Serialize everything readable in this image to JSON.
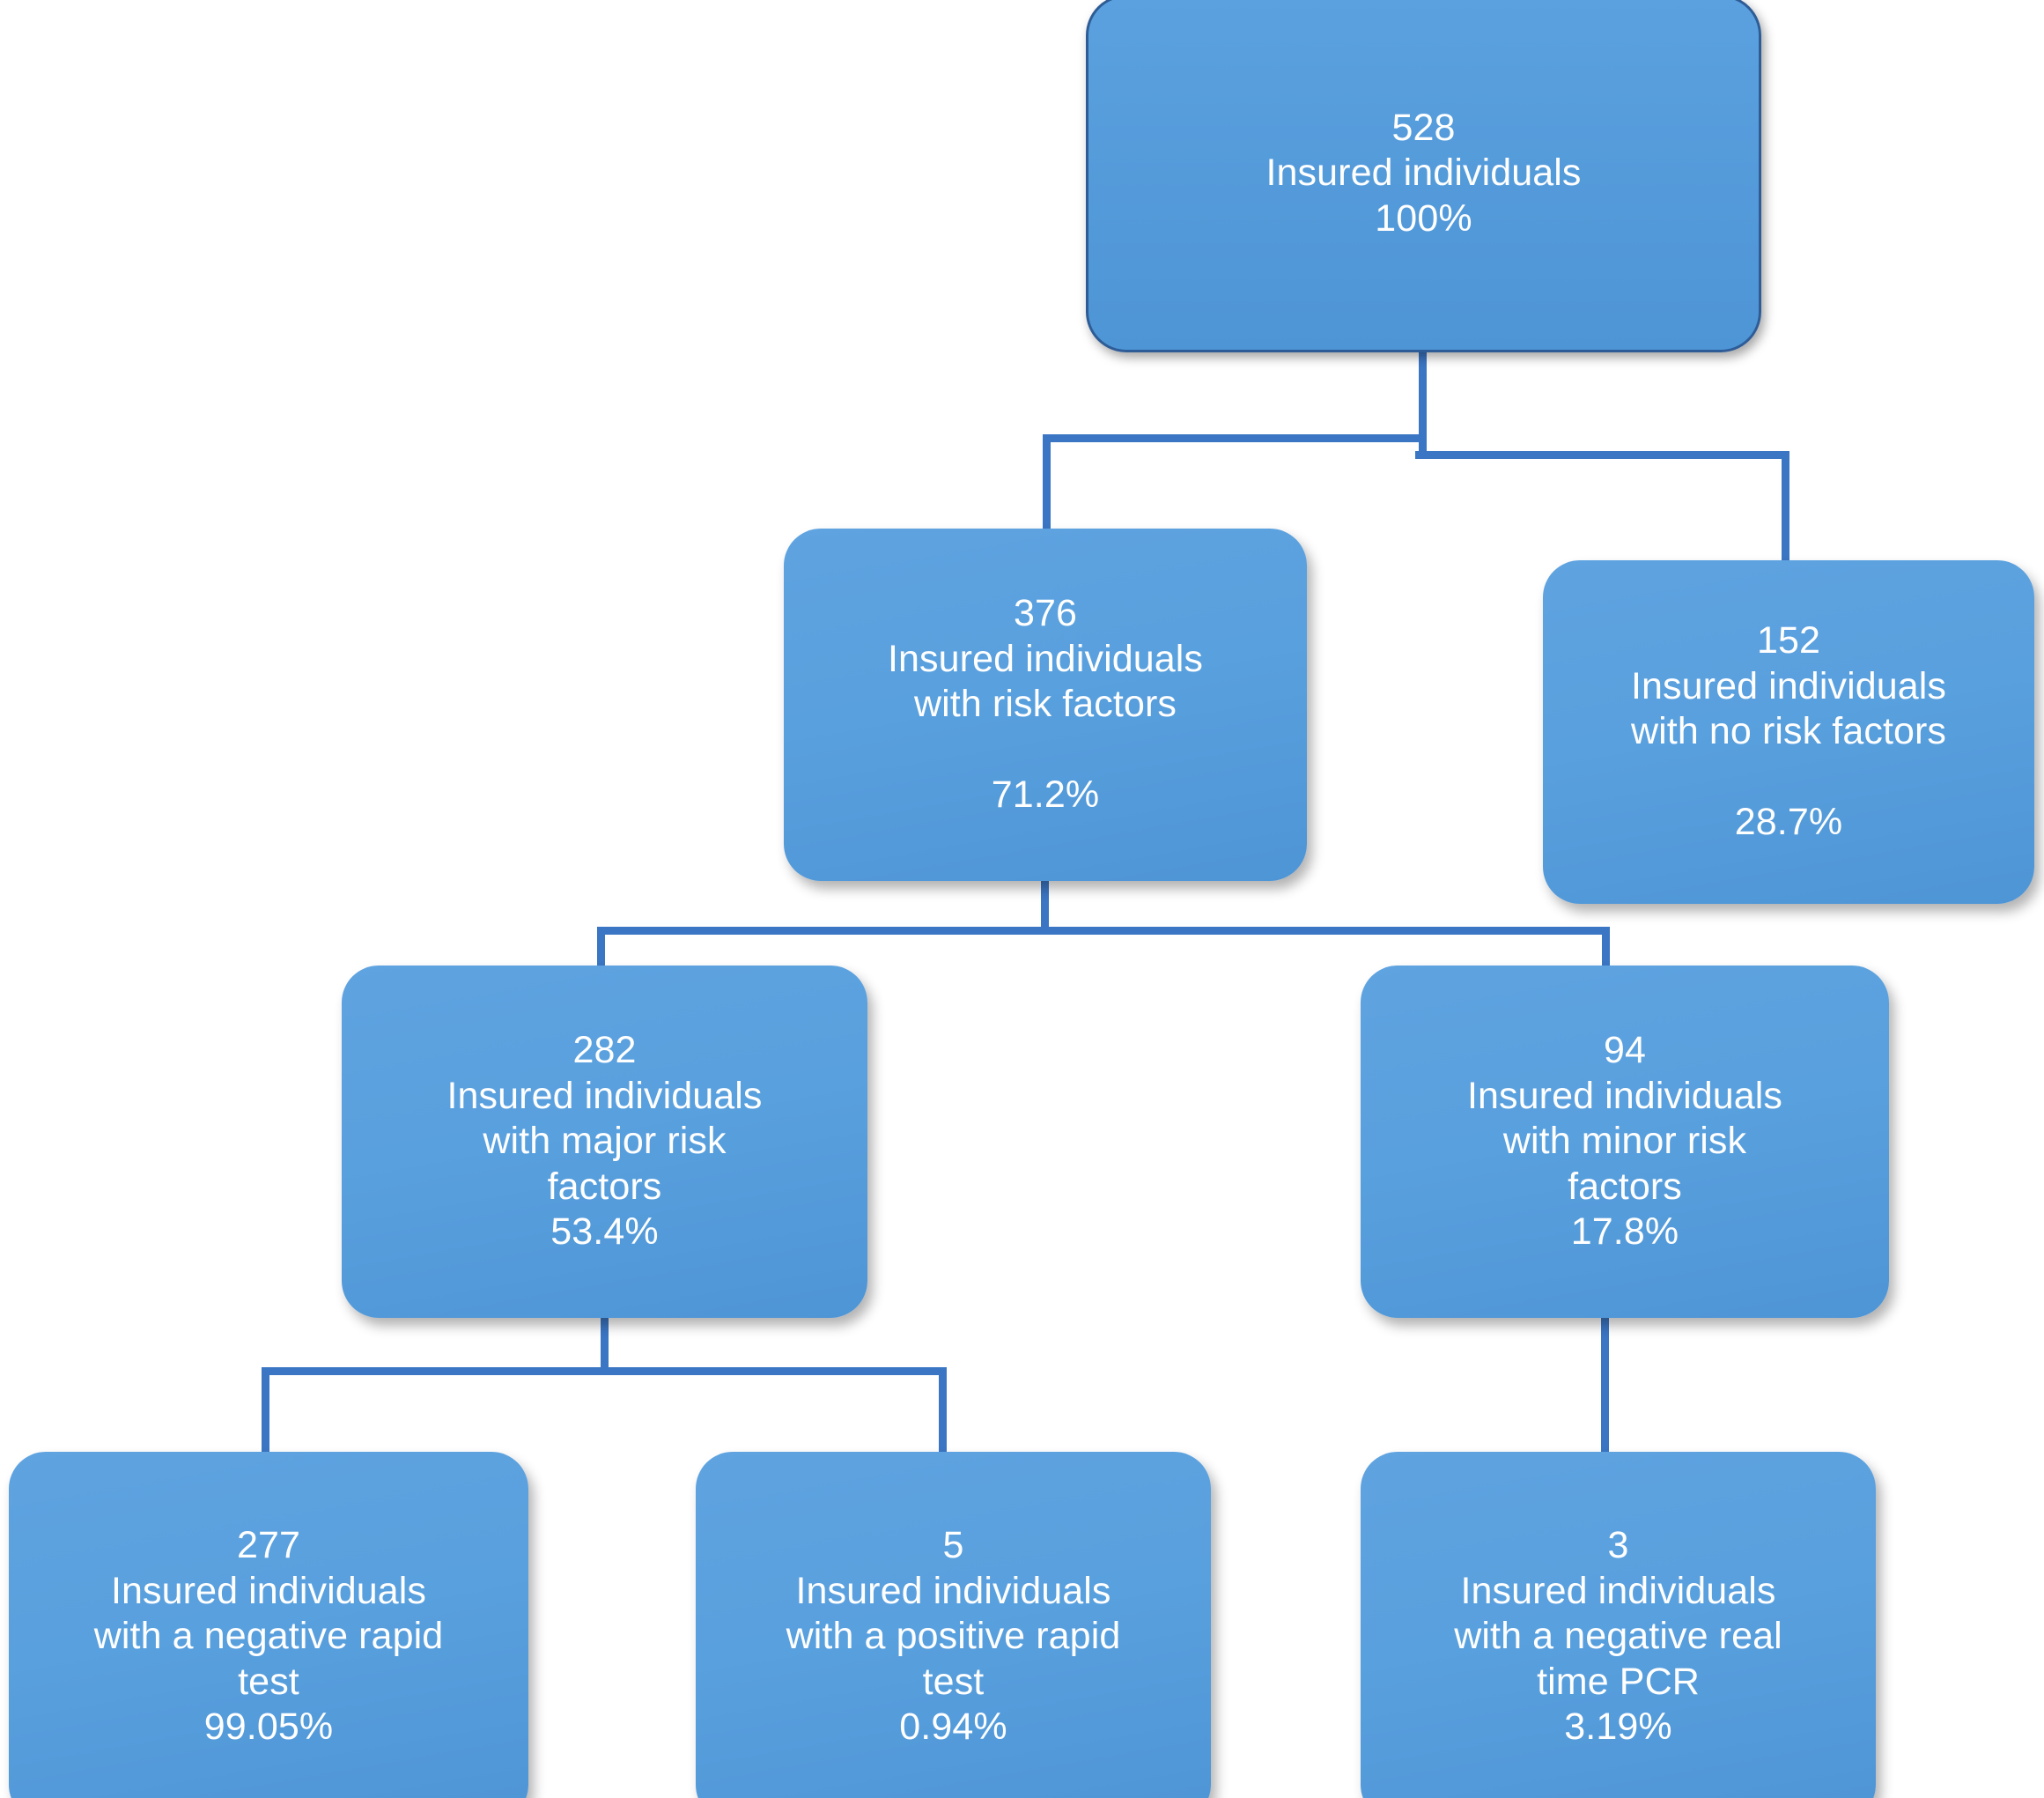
{
  "chart_data": {
    "type": "diagram",
    "title": "",
    "diagram_kind": "flowchart",
    "orientation": "top-down",
    "colors": {
      "node_fill": "#5ba1df",
      "node_fill_dark": "#4e95d6",
      "root_border": "#2e5c96",
      "connector": "#3b76c4",
      "text": "#ffffff",
      "background": "#ffffff"
    },
    "nodes": [
      {
        "id": "root",
        "count": "528",
        "label": "Insured individuals",
        "percent": "100%",
        "level": 0
      },
      {
        "id": "risk",
        "count": "376",
        "label": "Insured individuals with risk factors",
        "percent": "71.2%",
        "level": 1
      },
      {
        "id": "norisk",
        "count": "152",
        "label": "Insured individuals with no risk factors",
        "percent": "28.7%",
        "level": 1
      },
      {
        "id": "major",
        "count": "282",
        "label": "Insured individuals with major risk factors",
        "percent": "53.4%",
        "level": 2
      },
      {
        "id": "minor",
        "count": "94",
        "label": "Insured individuals with minor risk factors",
        "percent": "17.8%",
        "level": 2
      },
      {
        "id": "neg",
        "count": "277",
        "label": "Insured individuals with a negative rapid test",
        "percent": "99.05%",
        "level": 3
      },
      {
        "id": "pos",
        "count": "5",
        "label": "Insured individuals with a positive rapid test",
        "percent": "0.94%",
        "level": 3
      },
      {
        "id": "pcr",
        "count": "3",
        "label": "Insured individuals with a negative real time PCR",
        "percent": "3.19%",
        "level": 3
      }
    ],
    "edges": [
      {
        "from": "root",
        "to": "risk"
      },
      {
        "from": "root",
        "to": "norisk"
      },
      {
        "from": "risk",
        "to": "major"
      },
      {
        "from": "risk",
        "to": "minor"
      },
      {
        "from": "major",
        "to": "neg"
      },
      {
        "from": "major",
        "to": "pos"
      },
      {
        "from": "minor",
        "to": "pcr"
      }
    ]
  },
  "nodes": {
    "root": {
      "count": "528",
      "lines": [
        "Insured individuals"
      ],
      "percent": "100%"
    },
    "risk": {
      "count": "376",
      "lines": [
        "Insured individuals",
        "with risk factors"
      ],
      "percent": "71.2%"
    },
    "norisk": {
      "count": "152",
      "lines": [
        "Insured individuals",
        "with no risk factors"
      ],
      "percent": "28.7%"
    },
    "major": {
      "count": "282",
      "lines": [
        "Insured individuals",
        "with major risk",
        "factors"
      ],
      "percent": "53.4%"
    },
    "minor": {
      "count": "94",
      "lines": [
        "Insured individuals",
        "with minor risk",
        "factors"
      ],
      "percent": "17.8%"
    },
    "neg": {
      "count": "277",
      "lines": [
        "Insured individuals",
        "with a negative rapid",
        "test"
      ],
      "percent": "99.05%"
    },
    "pos": {
      "count": "5",
      "lines": [
        "Insured individuals",
        "with a positive rapid",
        "test"
      ],
      "percent": "0.94%"
    },
    "pcr": {
      "count": "3",
      "lines": [
        "Insured individuals",
        "with a negative real",
        "time PCR"
      ],
      "percent": "3.19%"
    }
  }
}
